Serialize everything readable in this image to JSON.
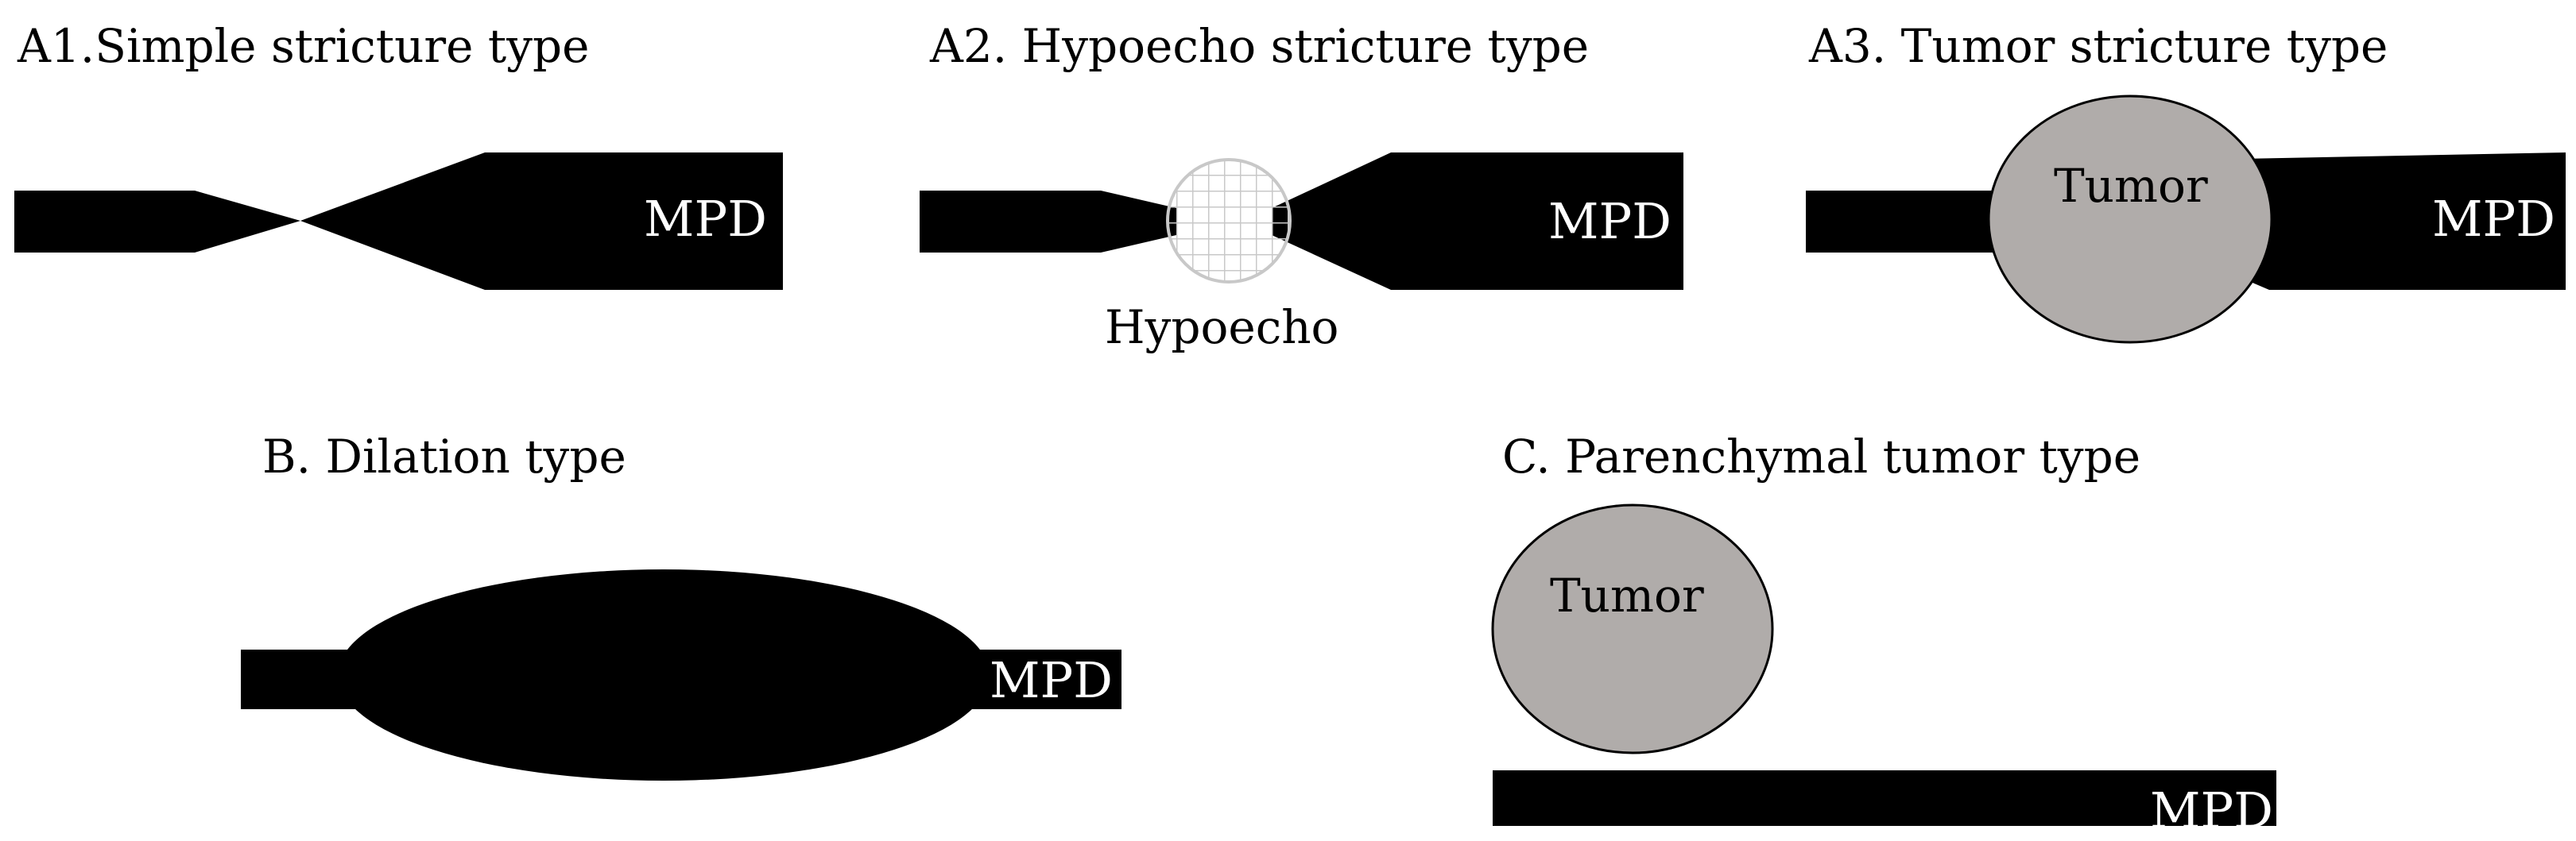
{
  "panels": {
    "a1": {
      "title": "A1.Simple stricture type",
      "mpd_label": "MPD"
    },
    "a2": {
      "title": "A2. Hypoecho stricture type",
      "mpd_label": "MPD",
      "hypoecho_label": "Hypoecho"
    },
    "a3": {
      "title": "A3. Tumor stricture type",
      "mpd_label": "MPD",
      "tumor_label": "Tumor"
    },
    "b": {
      "title": "B. Dilation type",
      "mpd_label": "MPD"
    },
    "c": {
      "title": "C. Parenchymal tumor type",
      "mpd_label": "MPD",
      "tumor_label": "Tumor"
    }
  },
  "colors": {
    "duct": "#000000",
    "tumor_fill": "#b0acaa",
    "hypoecho_grid": "#c8c8c8",
    "background": "#ffffff",
    "mpd_label_on_duct": "#ffffff"
  }
}
